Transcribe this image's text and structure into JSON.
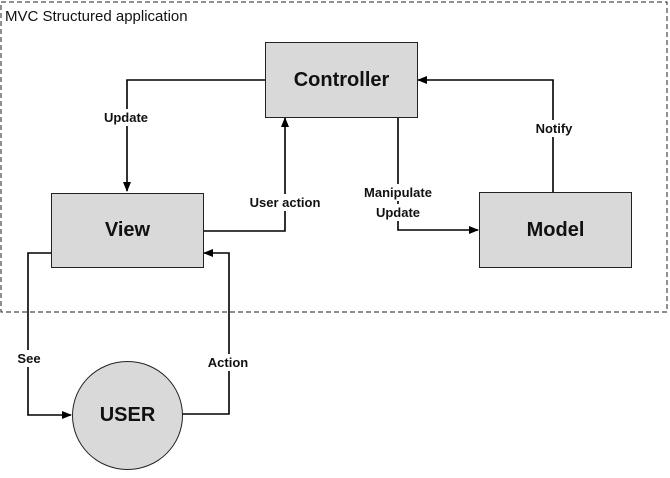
{
  "diagram": {
    "boundary_label": "MVC Structured application",
    "nodes": {
      "controller": "Controller",
      "view": "View",
      "model": "Model",
      "user": "USER"
    },
    "edges": {
      "controller_to_view": "Update",
      "view_to_controller": "User action",
      "controller_to_model_line1": "Manipulate",
      "controller_to_model_line2": "Update",
      "model_to_controller": "Notify",
      "view_to_user": "See",
      "user_to_view": "Action"
    }
  }
}
